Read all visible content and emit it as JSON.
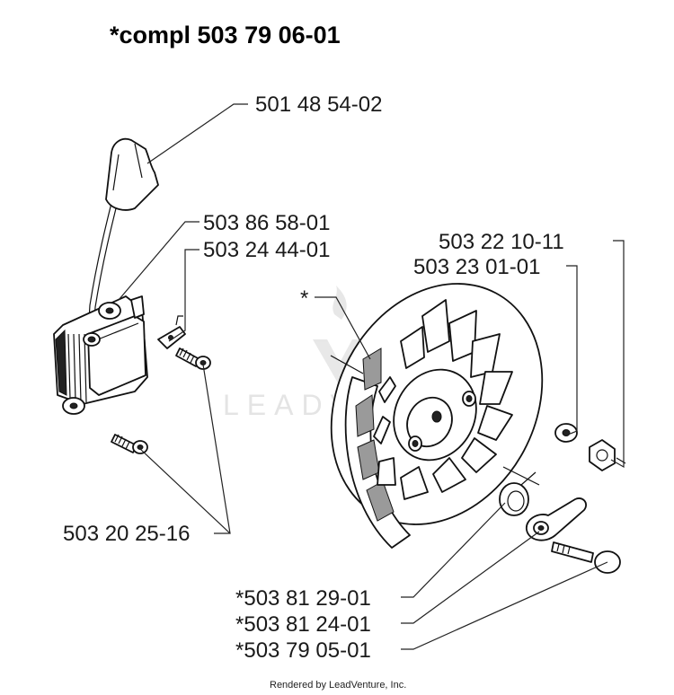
{
  "title": "*compl 503 79 06-01",
  "labels": {
    "spark_cap": "501 48 54-02",
    "coil": "503 86 58-01",
    "bracket": "503 24 44-01",
    "screws": "503 20 25-16",
    "washer_outer": "503 22 10-11",
    "washer_inner": "503 23 01-01",
    "flywheel": "*",
    "spring": "*503 81 29-01",
    "pawl": "*503 81 24-01",
    "pin": "*503 79 05-01"
  },
  "watermark": "LEADVENTURE",
  "footer": "Rendered by LeadVenture, Inc."
}
